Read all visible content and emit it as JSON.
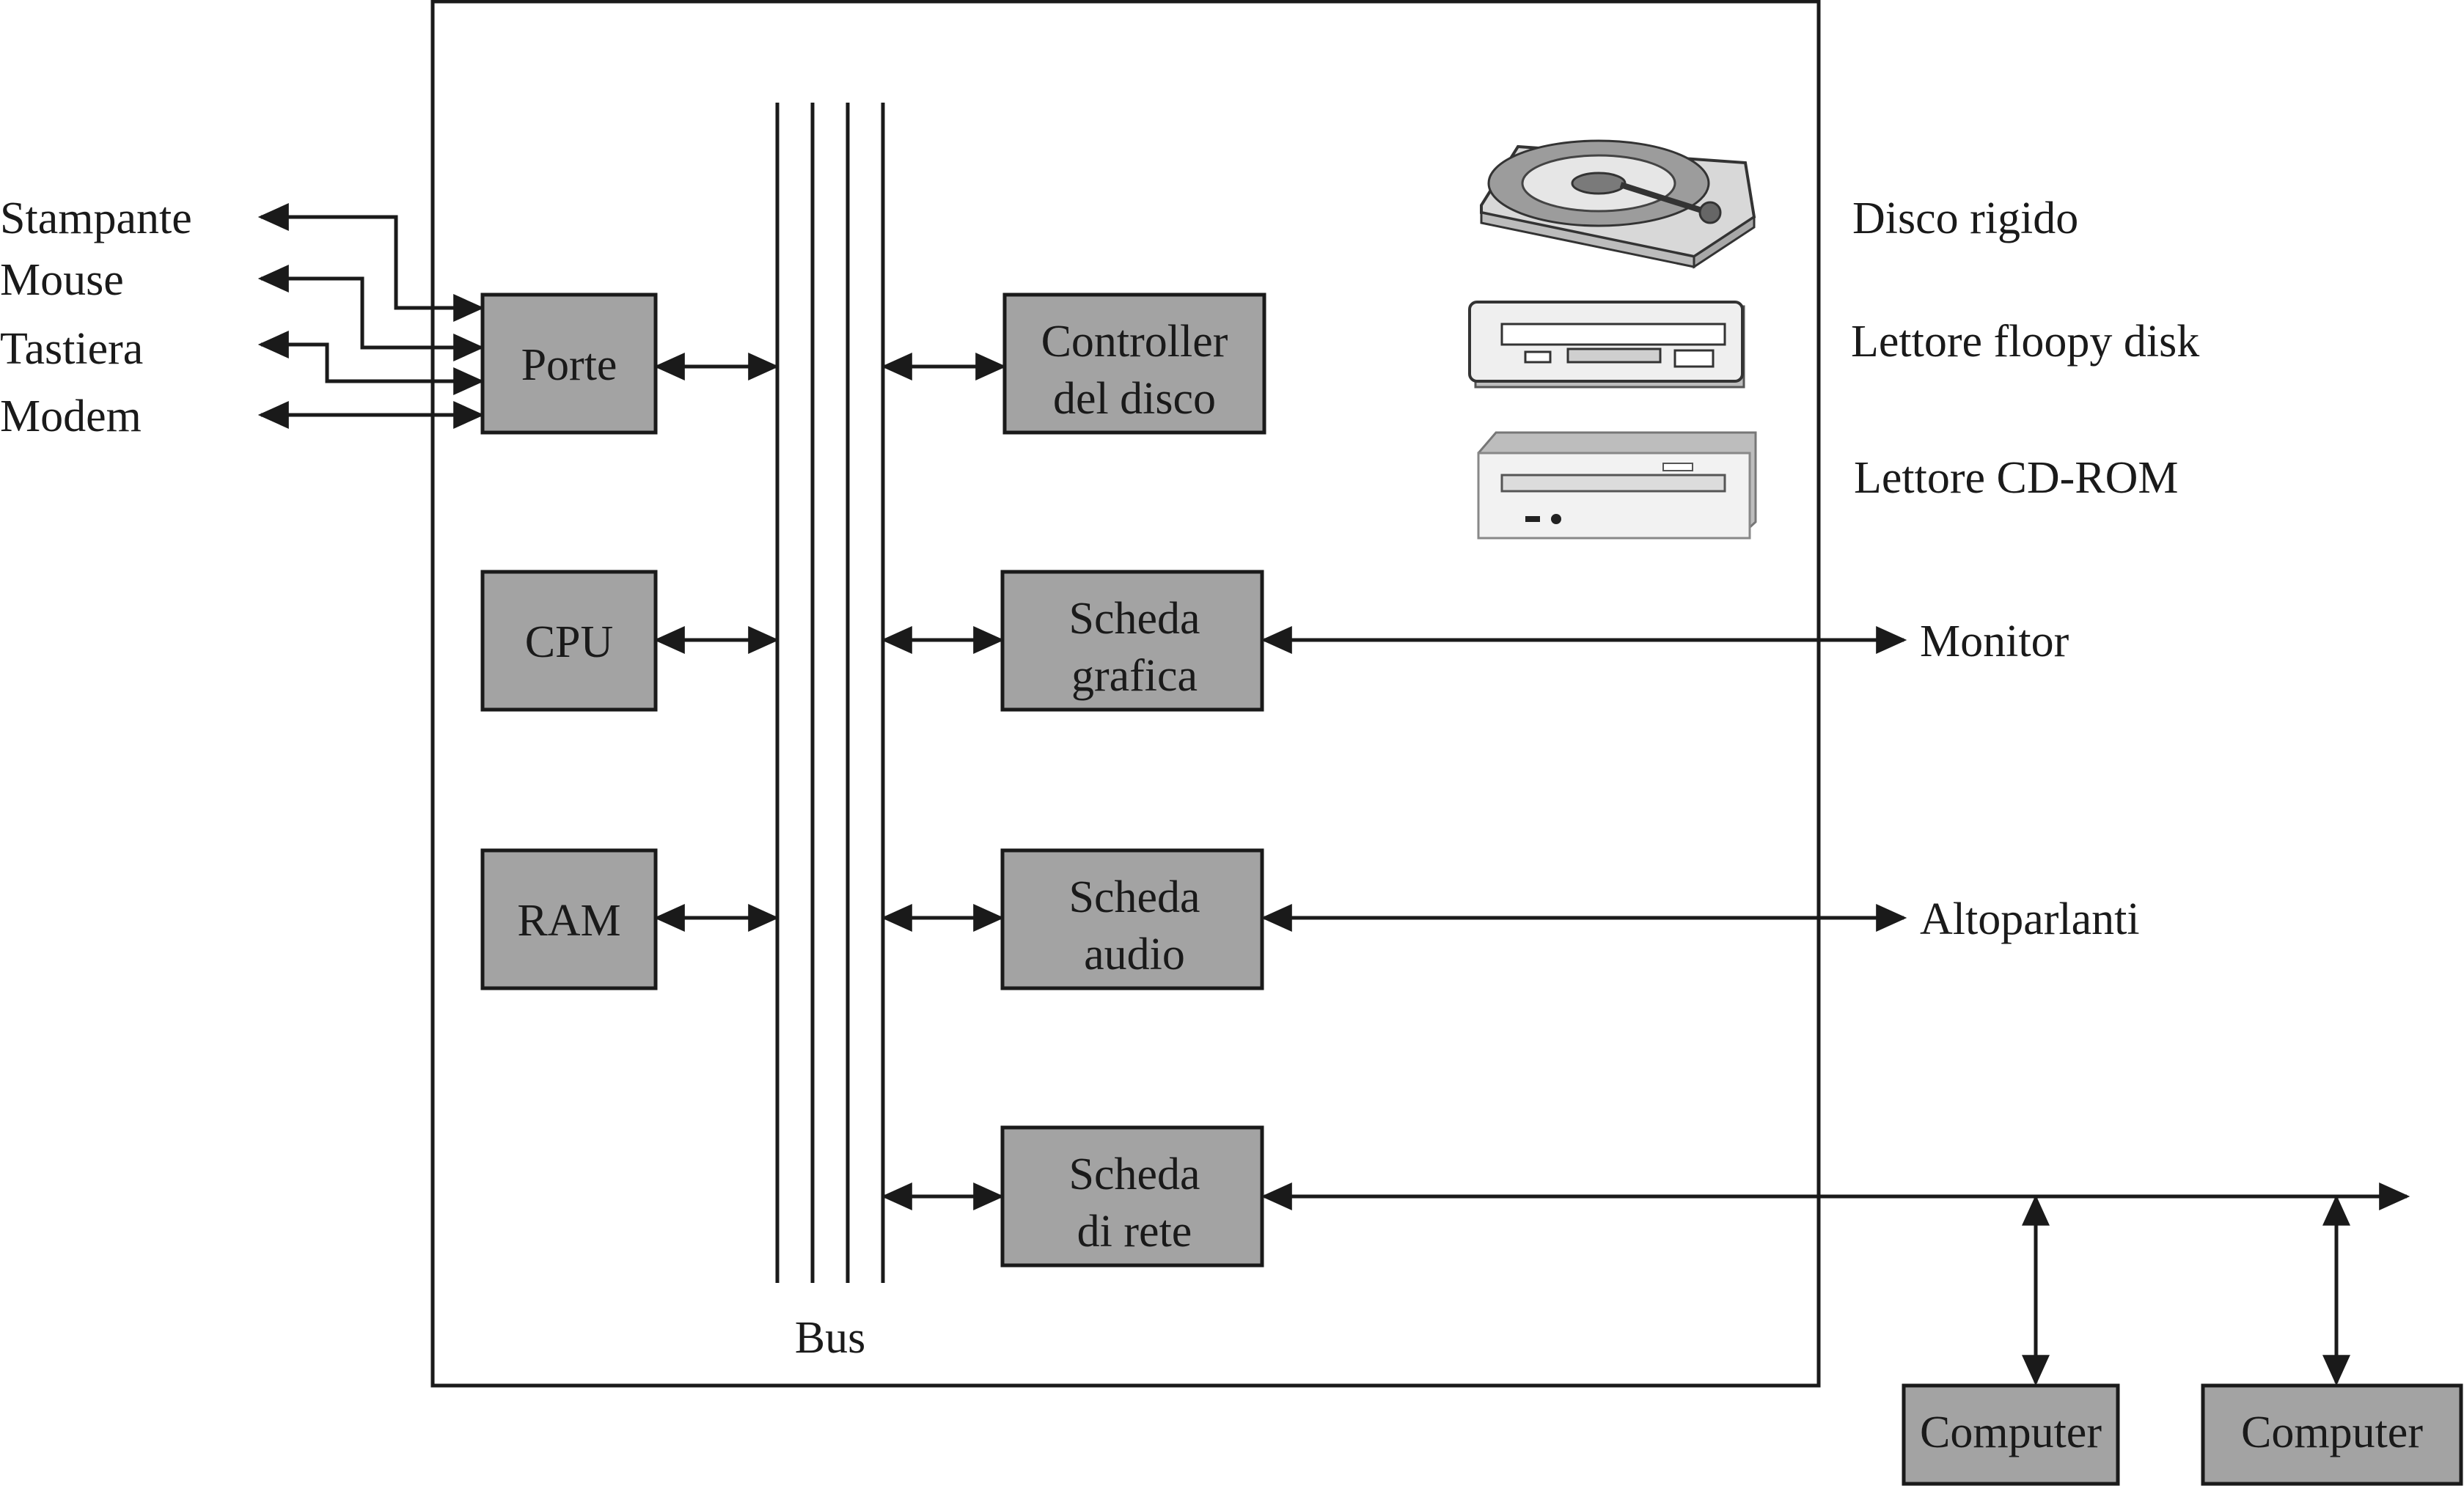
{
  "components": {
    "porte": "Porte",
    "cpu": "CPU",
    "ram": "RAM",
    "controller": [
      "Controller",
      "del disco"
    ],
    "scheda_grafica": [
      "Scheda",
      "grafica"
    ],
    "scheda_audio": [
      "Scheda",
      "audio"
    ],
    "scheda_rete": [
      "Scheda",
      "di rete"
    ],
    "bus": "Bus"
  },
  "peripherals_left": [
    "Stampante",
    "Mouse",
    "Tastiera",
    "Modem"
  ],
  "drives": {
    "hard_disk": "Disco rigido",
    "floppy": "Lettore floopy disk",
    "cdrom": "Lettore CD-ROM"
  },
  "outputs": {
    "monitor": "Monitor",
    "speakers": "Altoparlanti"
  },
  "network_computers": [
    "Computer",
    "Computer"
  ],
  "icons": [
    "hard-disk-icon",
    "floppy-drive-icon",
    "cdrom-drive-icon"
  ]
}
